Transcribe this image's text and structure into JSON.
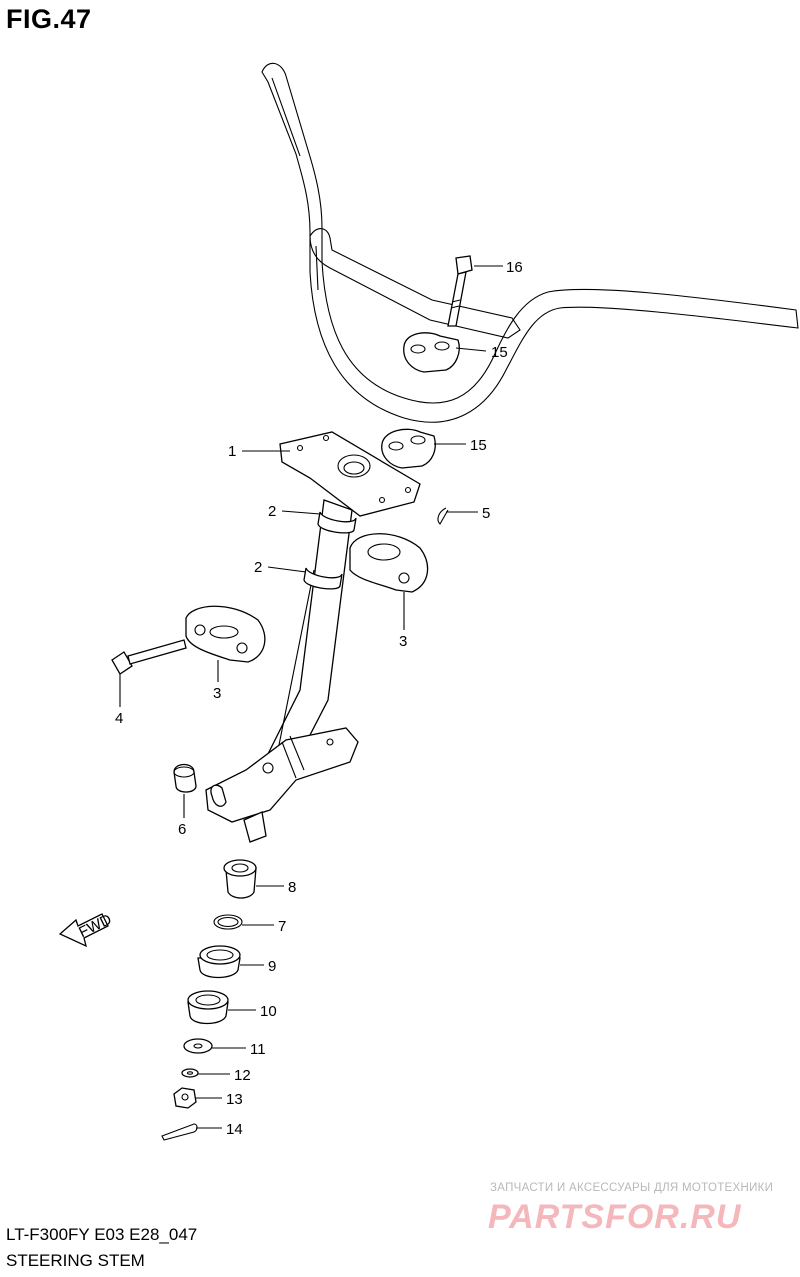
{
  "figure": {
    "title": "FIG.47",
    "model": "LT-F300FY E03 E28_047",
    "name": "STEERING STEM",
    "fwd_label": "FWD"
  },
  "callouts": [
    {
      "id": "c1",
      "label": "1"
    },
    {
      "id": "c2a",
      "label": "2"
    },
    {
      "id": "c2b",
      "label": "2"
    },
    {
      "id": "c3a",
      "label": "3"
    },
    {
      "id": "c3b",
      "label": "3"
    },
    {
      "id": "c4",
      "label": "4"
    },
    {
      "id": "c5",
      "label": "5"
    },
    {
      "id": "c6",
      "label": "6"
    },
    {
      "id": "c7",
      "label": "7"
    },
    {
      "id": "c8",
      "label": "8"
    },
    {
      "id": "c9",
      "label": "9"
    },
    {
      "id": "c10",
      "label": "10"
    },
    {
      "id": "c11",
      "label": "11"
    },
    {
      "id": "c12",
      "label": "12"
    },
    {
      "id": "c13",
      "label": "13"
    },
    {
      "id": "c14",
      "label": "14"
    },
    {
      "id": "c15a",
      "label": "15"
    },
    {
      "id": "c15b",
      "label": "15"
    },
    {
      "id": "c16",
      "label": "16"
    }
  ],
  "watermark": {
    "tagline": "ЗАПЧАСТИ И АКСЕССУАРЫ ДЛЯ МОТОТЕХНИКИ",
    "logo": "PARTSFOR.RU",
    "logo_color": "#f4b7bb"
  },
  "colors": {
    "line": "#000000",
    "background": "#ffffff"
  }
}
